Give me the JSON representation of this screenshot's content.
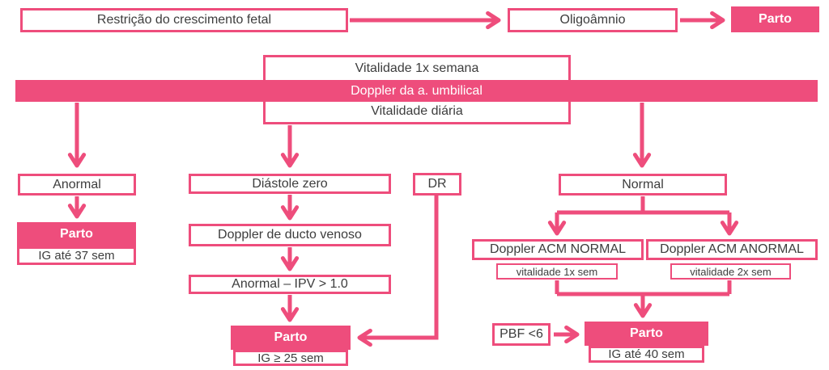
{
  "colors": {
    "accent_pink": "#ee4d7c",
    "text_dark": "#3d3d3d",
    "white": "#ffffff"
  },
  "flowchart": {
    "title_node": "Restrição do crescimento fetal",
    "top_row": {
      "rcf": "Restrição do crescimento fetal",
      "oligoamnio": "Oligoâmnio",
      "parto": "Parto"
    },
    "monitoring": {
      "vitalidade_semanal": "Vitalidade 1x semana",
      "doppler_umbilical": "Doppler da a. umbilical",
      "vitalidade_diaria": "Vitalidade diária"
    },
    "left_branch": {
      "anormal": "Anormal",
      "parto": "Parto",
      "ig": "IG até 37 sem"
    },
    "middle_branch": {
      "diastole_zero": "Diástole zero",
      "ducto_venoso": "Doppler de ducto venoso",
      "ipv": "Anormal – IPV > 1.0",
      "dr": "DR",
      "parto": "Parto",
      "ig": "IG ≥ 25 sem"
    },
    "right_branch": {
      "normal": "Normal",
      "acm_normal": "Doppler ACM NORMAL",
      "acm_anormal": "Doppler ACM ANORMAL",
      "vitalidade_1x": "vitalidade 1x sem",
      "vitalidade_2x": "vitalidade 2x sem",
      "pbf": "PBF <6",
      "parto": "Parto",
      "ig": "IG até 40 sem"
    }
  }
}
